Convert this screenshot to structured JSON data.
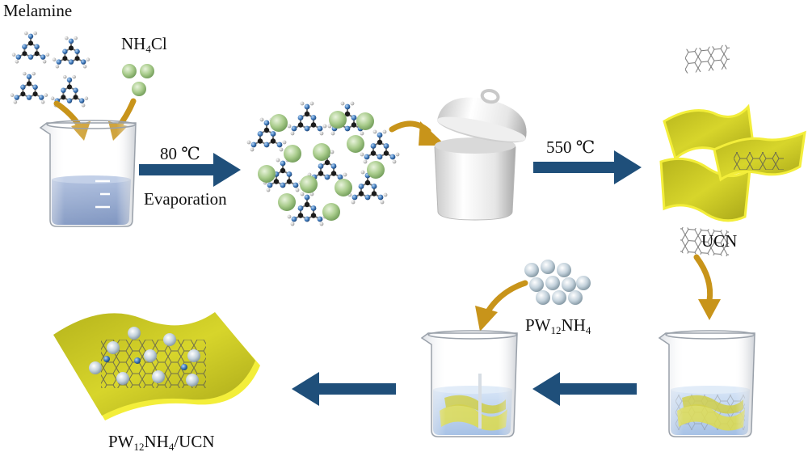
{
  "labels": {
    "melamine": "Melamine",
    "nh4cl": {
      "main": "NH",
      "sub": "4",
      "tail": "Cl"
    },
    "temp1": "80 ℃",
    "evaporation": "Evaporation",
    "temp2": "550 ℃",
    "ucn": "UCN",
    "pw12nh4": {
      "a": "PW",
      "b": "12",
      "c": "NH",
      "d": "4"
    },
    "product": {
      "a": "PW",
      "b": "12",
      "c": "NH",
      "d": "4",
      "e": "/UCN"
    }
  },
  "colors": {
    "arrow_blue": "#1f4f7a",
    "arrow_gold": "#c8941a",
    "sheet_yellow": "#d7d52b",
    "sheet_edge": "#f3ee3a",
    "liquid": "#7d95c2",
    "liquid_light": "#a9c4ea",
    "sphere_green": "#a9cc8c",
    "sphere_grey": "#c4d2dc",
    "atom_blue": "#3a75b8",
    "atom_black": "#1b1b1b"
  },
  "icons": [
    "melamine-molecule-icon",
    "nh4cl-sphere-icon",
    "beaker-icon",
    "crucible-icon",
    "nanosheet-icon",
    "polyoxometalate-sphere-icon"
  ]
}
